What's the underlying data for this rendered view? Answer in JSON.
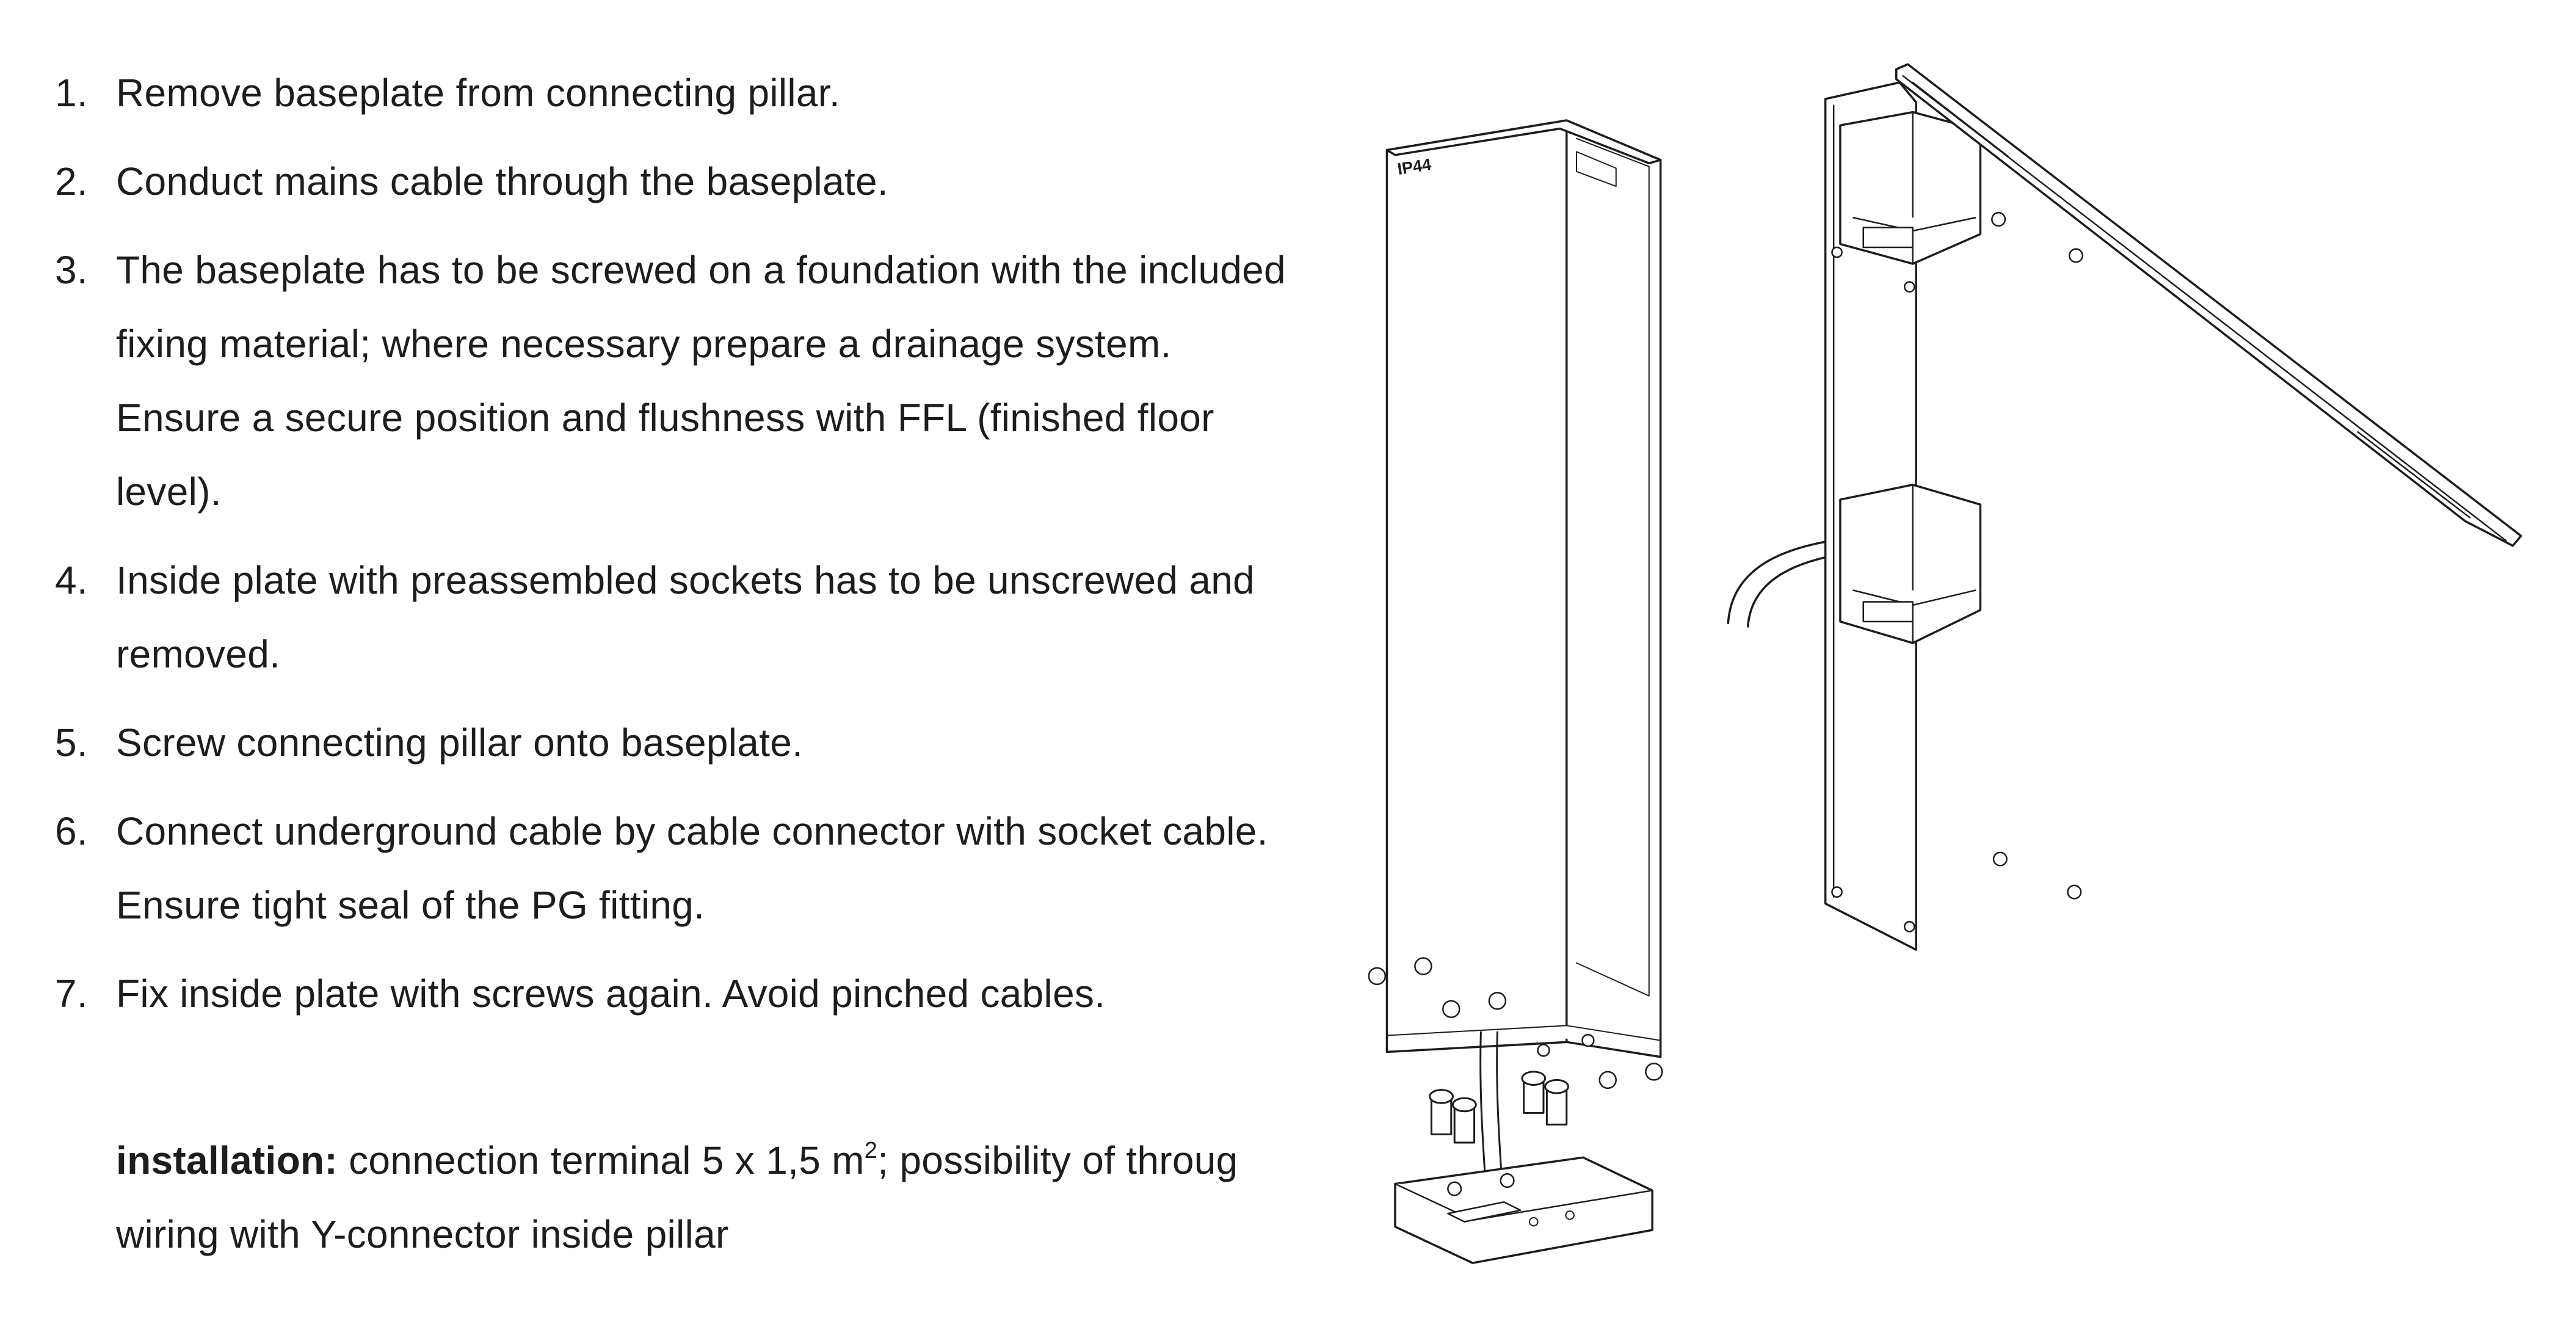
{
  "steps": [
    {
      "number": "1.",
      "text": "Remove baseplate from connecting pillar."
    },
    {
      "number": "2.",
      "text": "Conduct mains cable through the baseplate."
    },
    {
      "number": "3.",
      "text": "The baseplate has to be screwed on a foundation with the included fixing material; where necessary prepare a drainage system. Ensure a secure position and flushness with FFL (finished floor level)."
    },
    {
      "number": "4.",
      "text": "Inside plate with preassembled sockets has to be unscrewed and removed."
    },
    {
      "number": "5.",
      "text": "Screw connecting pillar onto baseplate."
    },
    {
      "number": "6.",
      "text": "Connect underground cable by cable connector with socket cable. Ensure tight seal of the PG fitting."
    },
    {
      "number": "7.",
      "text": "Fix inside plate with screws again. Avoid pinched cables."
    }
  ],
  "installation_note": {
    "label": "installation:",
    "text_before_sup": " connection terminal 5 x 1,5 m",
    "sup": "2",
    "text_after_sup": "; possibility of throug wiring with Y-connector inside pillar"
  },
  "drawing": {
    "pillar_marking": "IP44",
    "line_color": "#1d1d1b"
  }
}
